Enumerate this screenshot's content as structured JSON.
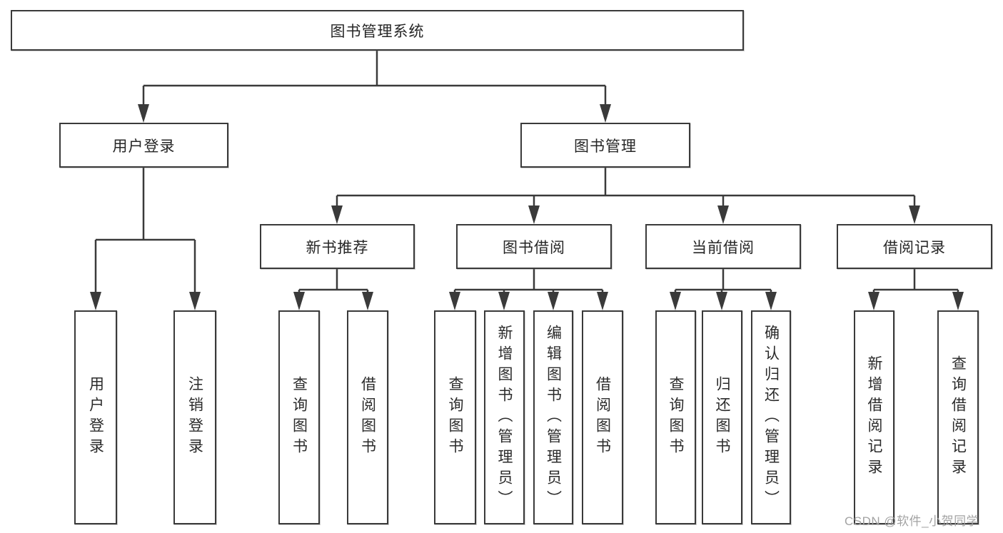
{
  "nodes": {
    "root": {
      "label": "图书管理系统"
    },
    "level2": [
      {
        "label": "用户登录"
      },
      {
        "label": "图书管理"
      }
    ],
    "level3": [
      {
        "label": "新书推荐"
      },
      {
        "label": "图书借阅"
      },
      {
        "label": "当前借阅"
      },
      {
        "label": "借阅记录"
      }
    ],
    "leaves": {
      "user_login": [
        "用户登录",
        "注销登录"
      ],
      "new_book_recommend": [
        "查询图书",
        "借阅图书"
      ],
      "book_borrow": [
        "查询图书",
        "新增图书（管理员）",
        "编辑图书（管理员）",
        "借阅图书"
      ],
      "current_borrow": [
        "查询图书",
        "归还图书",
        "确认归还（管理员）"
      ],
      "borrow_records": [
        "新增借阅记录",
        "查询借阅记录"
      ]
    }
  },
  "watermark": {
    "text": "CSDN @软件_小贺同学"
  },
  "colors": {
    "line": "#3a3a3a",
    "text": "#262626",
    "box_background": "#ffffff",
    "watermark": "#a3a3a3",
    "page_background": "#ffffff"
  }
}
